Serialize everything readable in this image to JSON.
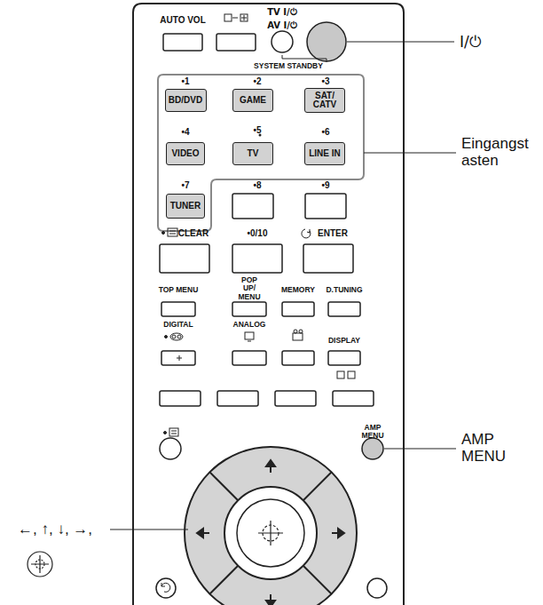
{
  "diagram": {
    "nodes": [
      {
        "text": [
          "BD/DVD"
        ]
      },
      {
        "text": [
          "GAME"
        ]
      },
      {
        "text": [
          "SAT/ CATV"
        ]
      },
      {
        "text": [
          "VIDEO"
        ]
      },
      {
        "text": [
          "TV"
        ]
      },
      {
        "text": [
          "LINE IN"
        ]
      },
      {
        "text": [
          "TUNER"
        ]
      }
    ],
    "labels": [
      "AUTO VOL",
      "TV I/⏻",
      "AV I/⏻",
      "SYSTEM STANDBY",
      "•1",
      "•2",
      "•3",
      "•4",
      "•5",
      "•6",
      "•7",
      "•8",
      "•9",
      "CLEAR",
      "•0/10",
      "ENTER",
      "TOP MENU",
      "POP UP/ MENU",
      "MEMORY",
      "D.TUNING",
      "DIGITAL",
      "ANALOG",
      "DISPLAY",
      "AMP MENU",
      "I/⏻",
      "Eingangst asten",
      "AMP MENU",
      "←, ↑, ↓, →,"
    ]
  }
}
